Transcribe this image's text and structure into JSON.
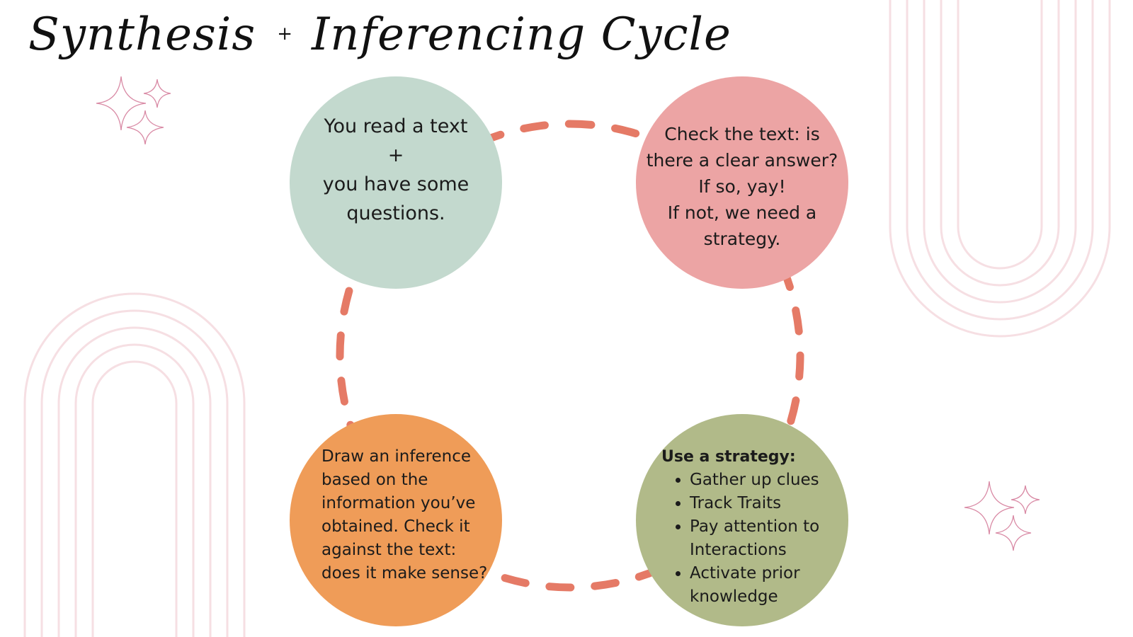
{
  "title": {
    "part1": "Synthesis",
    "plus": "+",
    "part2": "Inferencing Cycle"
  },
  "colors": {
    "green_circle": "#c3d9ce",
    "pink_circle": "#eca4a4",
    "orange_circle": "#ef9c58",
    "olive_circle": "#b1ba89",
    "dashed_loop": "#e57a66",
    "arch_lines": "#f6dfe3",
    "sparkle": "#d98aa5"
  },
  "steps": {
    "read": {
      "line1": "You read a text",
      "line2": "+",
      "line3": "you have some",
      "line4": "questions."
    },
    "check": {
      "line1": "Check the text: is",
      "line2": "there a clear answer?",
      "line3": "If so, yay!",
      "line4": "If not, we need a",
      "line5": "strategy."
    },
    "strategy": {
      "heading": "Use a strategy:",
      "items": [
        "Gather up clues",
        "Track Traits",
        "Pay attention to Interactions",
        "Activate prior knowledge"
      ]
    },
    "infer": {
      "text": "Draw an inference based on the information you’ve obtained. Check it against the text: does it make sense?"
    }
  },
  "icons": {
    "sparkle_top_left": "sparkle-icon",
    "sparkle_bottom_right": "sparkle-icon"
  }
}
